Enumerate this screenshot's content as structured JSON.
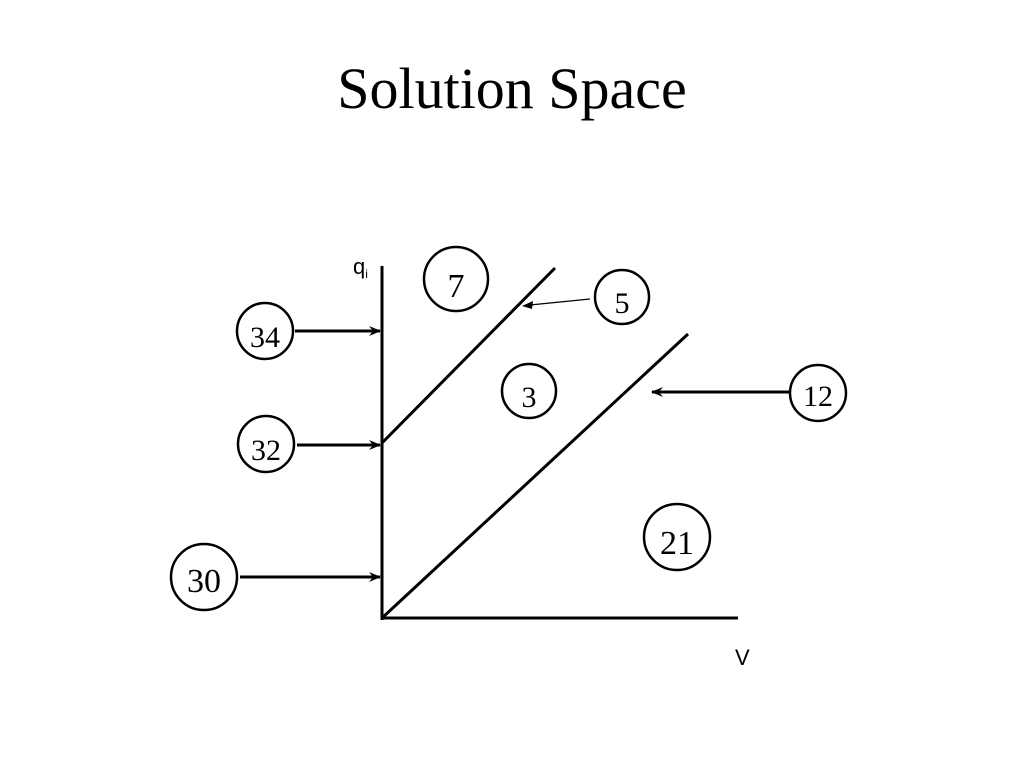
{
  "slide": {
    "title": "Solution Space"
  },
  "diagram": {
    "axis_y_label": "q",
    "axis_y_label_sub": "i",
    "axis_x_label": "V",
    "regions": {
      "upper_left": "7",
      "middle": "3",
      "lower_right": "21"
    },
    "boundaries": {
      "upper_line": "5",
      "lower_line": "12"
    },
    "axis_points": {
      "top": "34",
      "middle": "32",
      "bottom": "30"
    }
  },
  "colors": {
    "ink": "#000000",
    "background": "#ffffff"
  }
}
